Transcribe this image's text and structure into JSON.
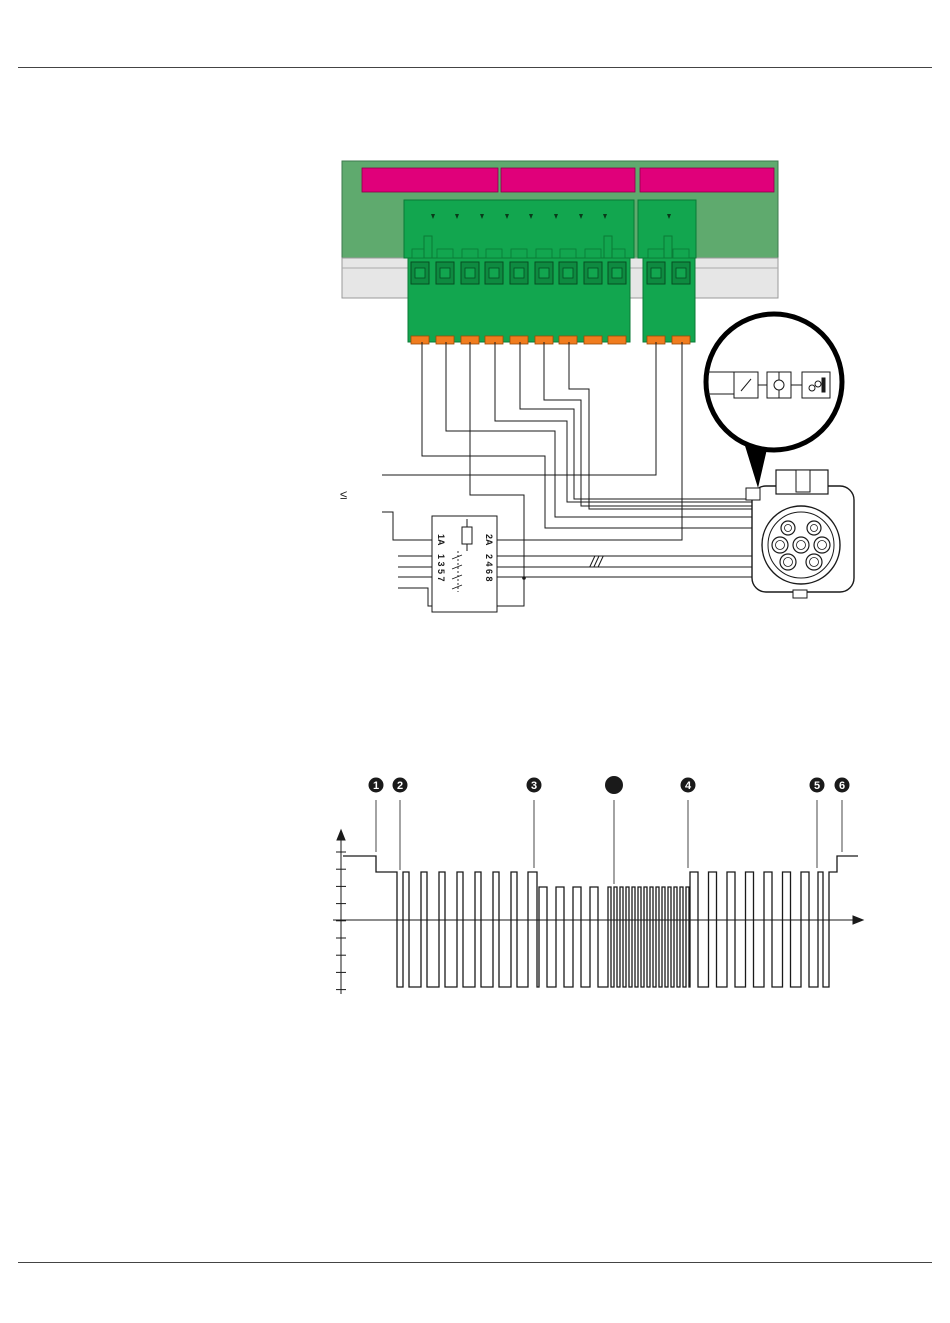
{
  "colors": {
    "board": "#5faa6e",
    "board_edge": "#3e7a4e",
    "label_bar": "#e0007a",
    "connector": "#12a64f",
    "connector_dark": "#0a7a36",
    "pin": "#f07c1e",
    "rail": "#e6e6e6",
    "wire": "#1a1a1a"
  },
  "wiring": {
    "le_symbol": "≤",
    "contactor": {
      "top_left": "1A",
      "top_right": "2A",
      "left_pins": "1 3 5 7",
      "right_pins": "2 4 6 8"
    },
    "three_phase_mark": "///",
    "icons": [
      "switch-icon",
      "lamp-icon",
      "key-icon"
    ]
  },
  "timing": {
    "markers": [
      {
        "label": "1",
        "filled": true
      },
      {
        "label": "2",
        "filled": true
      },
      {
        "label": "3",
        "filled": true
      },
      {
        "label": "",
        "filled": true
      },
      {
        "label": "4",
        "filled": true
      },
      {
        "label": "5",
        "filled": true
      },
      {
        "label": "6",
        "filled": true
      }
    ],
    "y_ticks": 8
  }
}
